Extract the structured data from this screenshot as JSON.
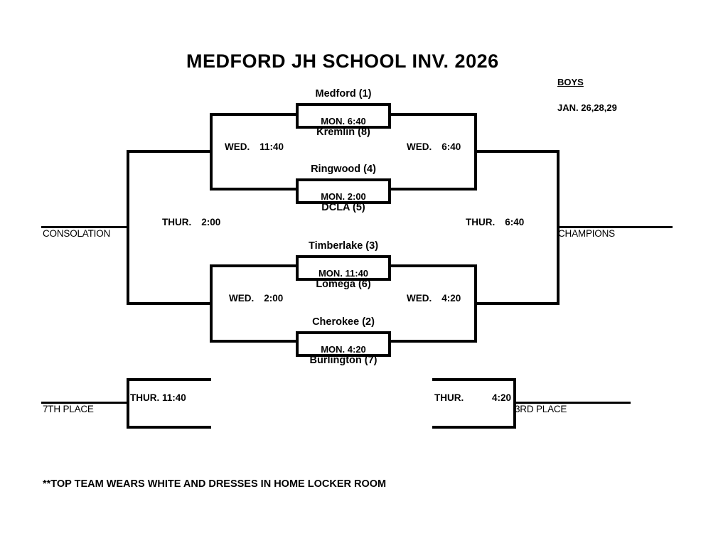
{
  "header": {
    "title": "MEDFORD JH SCHOOL INV.  2026",
    "division": "BOYS",
    "dates": "JAN. 26,28,29"
  },
  "games": {
    "r1_g1": {
      "top_team": "Medford (1)",
      "time": "MON. 6:40",
      "bottom_team": "Kremlin (8)"
    },
    "r1_g2": {
      "top_team": "Ringwood (4)",
      "time": "MON.  2:00",
      "bottom_team": "DCLA (5)"
    },
    "r1_g3": {
      "top_team": "Timberlake (3)",
      "time": "MON. 11:40",
      "bottom_team": "Lomega (6)"
    },
    "r1_g4": {
      "top_team": "Cherokee (2)",
      "time": "MON.  4:20",
      "bottom_team": "Burlington (7)"
    }
  },
  "rounds": {
    "winners_semi_top": {
      "day": "WED.",
      "time": "6:40"
    },
    "winners_semi_bottom": {
      "day": "WED.",
      "time": "4:20"
    },
    "championship": {
      "day": "THUR.",
      "time": "6:40"
    },
    "consolation_semi_top": {
      "day": "WED.",
      "time": "11:40"
    },
    "consolation_semi_bottom": {
      "day": "WED.",
      "time": "2:00"
    },
    "consolation_final": {
      "day": "THUR.",
      "time": "2:00"
    },
    "seventh_place_game": {
      "day": "THUR.",
      "time": "11:40"
    },
    "third_place_game": {
      "day": "THUR.",
      "time": "4:20"
    }
  },
  "labels": {
    "consolation": "CONSOLATION",
    "champions": "CHAMPIONS",
    "seventh_place": "7TH PLACE",
    "third_place": "3RD PLACE"
  },
  "footnote": "**TOP TEAM WEARS WHITE AND DRESSES IN HOME LOCKER ROOM",
  "colors": {
    "ink": "#000000",
    "paper": "#ffffff"
  }
}
